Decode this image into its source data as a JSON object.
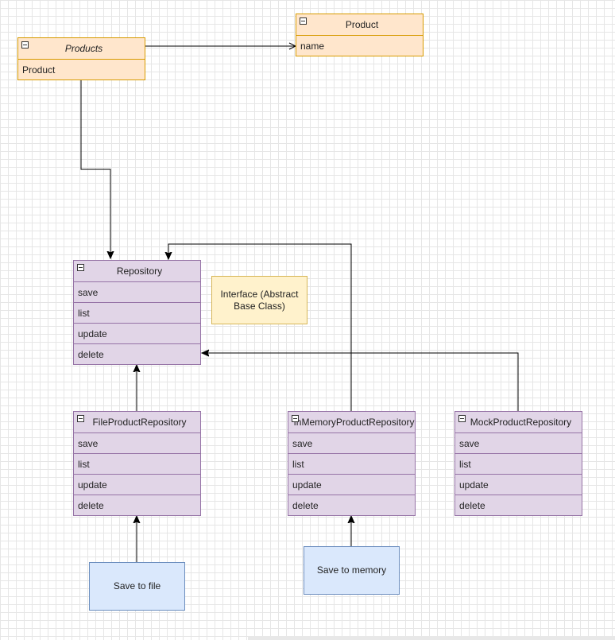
{
  "classes": {
    "products": {
      "title": "Products",
      "fields": [
        "Product"
      ]
    },
    "product": {
      "title": "Product",
      "fields": [
        "name"
      ]
    },
    "repository": {
      "title": "Repository",
      "fields": [
        "save",
        "list",
        "update",
        "delete"
      ]
    },
    "file_repo": {
      "title": "FileProductRepository",
      "fields": [
        "save",
        "list",
        "update",
        "delete"
      ]
    },
    "memory_repo": {
      "title": "InMemoryProductRepository",
      "fields": [
        "save",
        "list",
        "update",
        "delete"
      ]
    },
    "mock_repo": {
      "title": "MockProductRepository",
      "fields": [
        "save",
        "list",
        "update",
        "delete"
      ]
    }
  },
  "notes": {
    "interface": "Interface (Abstract Base Class)",
    "save_file": "Save to file",
    "save_memory": "Save to memory"
  },
  "colors": {
    "yellow_fill": "#ffe6cc",
    "yellow_stroke": "#d79b00",
    "purple_fill": "#e1d5e7",
    "purple_stroke": "#9673a6",
    "note_yellow": "#fff2cc",
    "note_blue": "#dae8fc"
  }
}
